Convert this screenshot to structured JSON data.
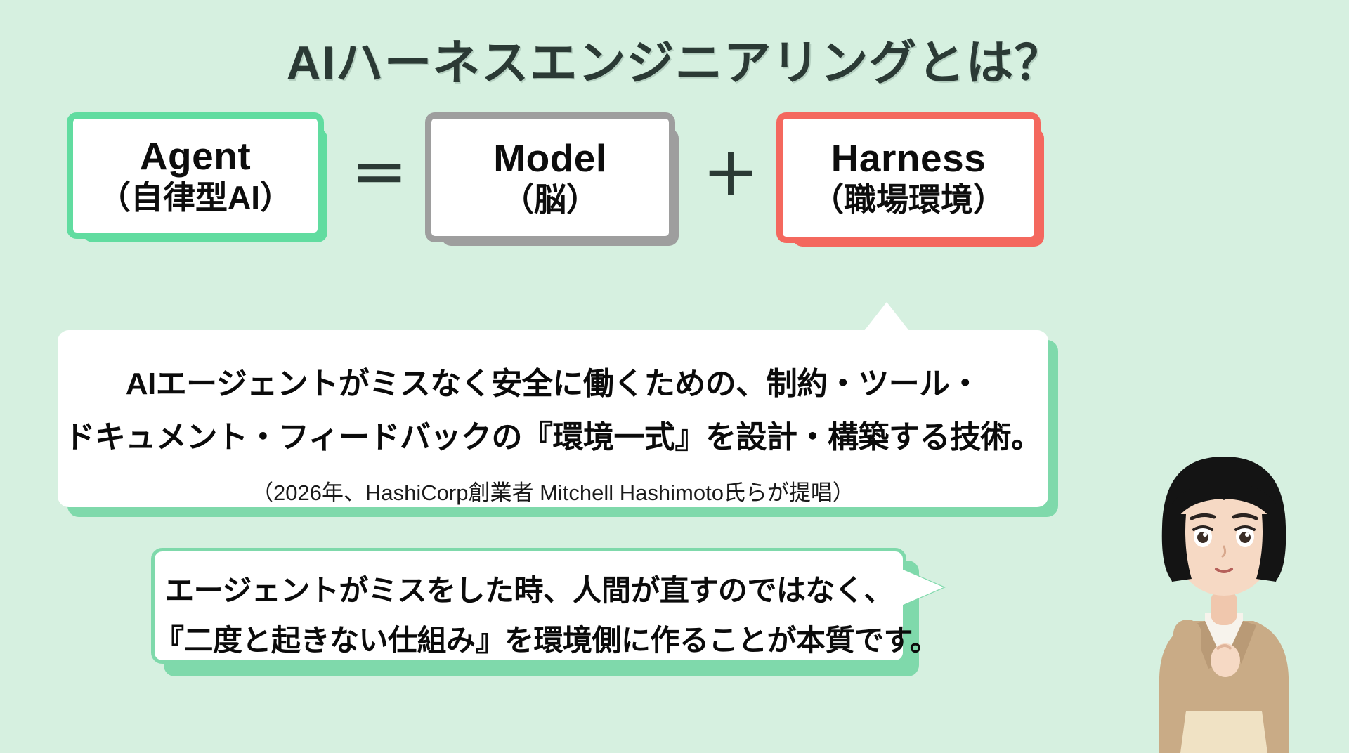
{
  "page": {
    "background_color": "#d6f0e0",
    "title": "AIハーネスエンジニアリングとは？"
  },
  "equation": {
    "boxes": [
      {
        "id": "agent",
        "en": "Agent",
        "jp": "（自律型AI）",
        "accent_color": "#61dca0"
      },
      {
        "id": "model",
        "en": "Model",
        "jp": "（脳）",
        "accent_color": "#9e9e9e"
      },
      {
        "id": "harness",
        "en": "Harness",
        "jp": "（職場環境）",
        "accent_color": "#f4685e"
      }
    ],
    "operators": {
      "equals": "＝",
      "plus": "＋"
    }
  },
  "definition": {
    "line1": "AIエージェントがミスなく安全に働くための、制約・ツール・",
    "line2": "ドキュメント・フィードバックの『環境一式』を設計・構築する技術。",
    "citation": "（2026年、HashiCorp創業者 Mitchell Hashimoto氏らが提唱）",
    "accent_color": "#7fd9ab"
  },
  "bubble": {
    "line1": "エージェントがミスをした時、人間が直すのではなく、",
    "line2": "『二度と起きない仕組み』を環境側に作ることが本質です。",
    "accent_color": "#7fd9ab"
  },
  "character": {
    "label": "thinking-woman-illustration",
    "hair_color": "#151515",
    "skin_color": "#f6d9c4",
    "jacket_color": "#c9ab86",
    "inner_color": "#f5f1ea",
    "skirt_color": "#f0e2c4"
  }
}
